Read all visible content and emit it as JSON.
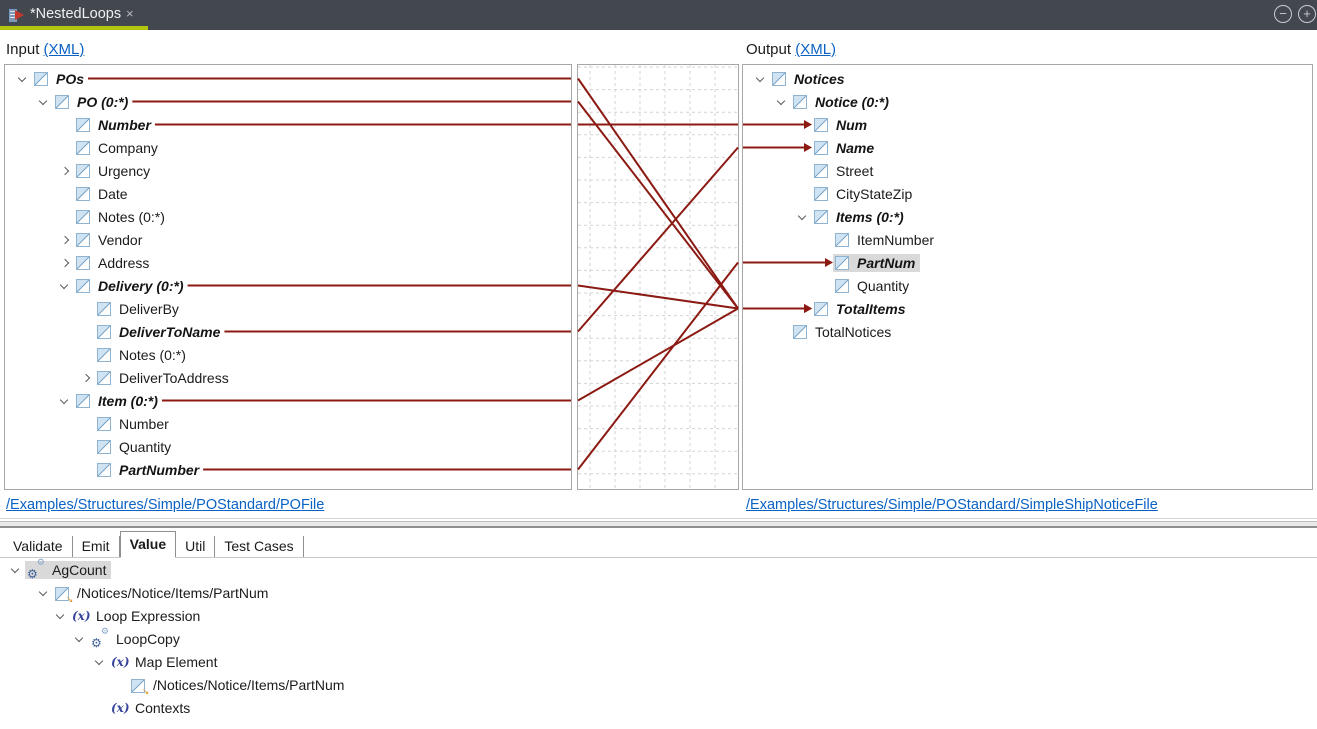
{
  "window": {
    "title": "*NestedLoops",
    "close_glyph": "×",
    "collapse_glyph": "−",
    "expand_glyph": "+"
  },
  "input": {
    "label": "Input",
    "xml": "(XML)",
    "link": "/Examples/Structures/Simple/POStandard/POFile",
    "tree": [
      {
        "label": "POs",
        "level": 0,
        "expand": "v",
        "mapped": true
      },
      {
        "label": "PO (0:*)",
        "level": 1,
        "expand": "v",
        "mapped": true
      },
      {
        "label": "Number",
        "level": 2,
        "expand": null,
        "mapped": true
      },
      {
        "label": "Company",
        "level": 2,
        "expand": null,
        "mapped": false
      },
      {
        "label": "Urgency",
        "level": 2,
        "expand": ">",
        "mapped": false
      },
      {
        "label": "Date",
        "level": 2,
        "expand": null,
        "mapped": false
      },
      {
        "label": "Notes (0:*)",
        "level": 2,
        "expand": null,
        "mapped": false
      },
      {
        "label": "Vendor",
        "level": 2,
        "expand": ">",
        "mapped": false
      },
      {
        "label": "Address",
        "level": 2,
        "expand": ">",
        "mapped": false
      },
      {
        "label": "Delivery (0:*)",
        "level": 2,
        "expand": "v",
        "mapped": true
      },
      {
        "label": "DeliverBy",
        "level": 3,
        "expand": null,
        "mapped": false
      },
      {
        "label": "DeliverToName",
        "level": 3,
        "expand": null,
        "mapped": true
      },
      {
        "label": "Notes (0:*)",
        "level": 3,
        "expand": null,
        "mapped": false
      },
      {
        "label": "DeliverToAddress",
        "level": 3,
        "expand": ">",
        "mapped": false
      },
      {
        "label": "Item (0:*)",
        "level": 2,
        "expand": "v",
        "mapped": true
      },
      {
        "label": "Number",
        "level": 3,
        "expand": null,
        "mapped": false
      },
      {
        "label": "Quantity",
        "level": 3,
        "expand": null,
        "mapped": false
      },
      {
        "label": "PartNumber",
        "level": 3,
        "expand": null,
        "mapped": true
      }
    ]
  },
  "output": {
    "label": "Output",
    "xml": "(XML)",
    "link": "/Examples/Structures/Simple/POStandard/SimpleShipNoticeFile",
    "tree": [
      {
        "label": "Notices",
        "level": 0,
        "expand": "v",
        "bold": true,
        "arrow": false,
        "selected": false
      },
      {
        "label": "Notice (0:*)",
        "level": 1,
        "expand": "v",
        "bold": true,
        "arrow": false,
        "selected": false
      },
      {
        "label": "Num",
        "level": 2,
        "expand": null,
        "bold": true,
        "arrow": true,
        "selected": false
      },
      {
        "label": "Name",
        "level": 2,
        "expand": null,
        "bold": true,
        "arrow": true,
        "selected": false
      },
      {
        "label": "Street",
        "level": 2,
        "expand": null,
        "bold": false,
        "arrow": false,
        "selected": false
      },
      {
        "label": "CityStateZip",
        "level": 2,
        "expand": null,
        "bold": false,
        "arrow": false,
        "selected": false
      },
      {
        "label": "Items (0:*)",
        "level": 2,
        "expand": "v",
        "bold": true,
        "arrow": false,
        "selected": false
      },
      {
        "label": "ItemNumber",
        "level": 3,
        "expand": null,
        "bold": false,
        "arrow": false,
        "selected": false
      },
      {
        "label": "PartNum",
        "level": 3,
        "expand": null,
        "bold": true,
        "arrow": true,
        "selected": true
      },
      {
        "label": "Quantity",
        "level": 3,
        "expand": null,
        "bold": false,
        "arrow": false,
        "selected": false
      },
      {
        "label": "TotalItems",
        "level": 2,
        "expand": null,
        "bold": true,
        "arrow": true,
        "selected": false
      },
      {
        "label": "TotalNotices",
        "level": 1,
        "expand": null,
        "bold": false,
        "arrow": false,
        "selected": false
      }
    ]
  },
  "mappings": [
    {
      "from": "POs",
      "from_row": 0,
      "to": "TotalItems",
      "to_row": 10
    },
    {
      "from": "PO (0:*)",
      "from_row": 1,
      "to": "TotalItems",
      "to_row": 10
    },
    {
      "from": "Number",
      "from_row": 2,
      "to": "Num",
      "to_row": 2
    },
    {
      "from": "Delivery (0:*)",
      "from_row": 9,
      "to": "TotalItems",
      "to_row": 10
    },
    {
      "from": "DeliverToName",
      "from_row": 11,
      "to": "Name",
      "to_row": 3
    },
    {
      "from": "Item (0:*)",
      "from_row": 14,
      "to": "TotalItems",
      "to_row": 10
    },
    {
      "from": "PartNumber",
      "from_row": 17,
      "to": "PartNum",
      "to_row": 8
    }
  ],
  "bottom": {
    "tabs": [
      "Validate",
      "Emit",
      "Value",
      "Util",
      "Test Cases"
    ],
    "active_tab": "Value",
    "tree": [
      {
        "label": "AgCount",
        "level": 0,
        "expand": "v",
        "icon": "gears",
        "selected": true
      },
      {
        "label": "/Notices/Notice/Items/PartNum",
        "level": 1,
        "expand": "v",
        "icon": "element-arrow",
        "selected": false
      },
      {
        "label": "Loop Expression",
        "level": 2,
        "expand": "v",
        "icon": "fx",
        "selected": false
      },
      {
        "label": "LoopCopy",
        "level": 3,
        "expand": "v",
        "icon": "gears",
        "selected": false
      },
      {
        "label": "Map Element",
        "level": 4,
        "expand": "v",
        "icon": "fx",
        "selected": false
      },
      {
        "label": "/Notices/Notice/Items/PartNum",
        "level": 5,
        "expand": null,
        "icon": "element-arrow",
        "selected": false
      },
      {
        "label": "Contexts",
        "level": 4,
        "expand": null,
        "icon": "fx",
        "selected": false
      }
    ]
  },
  "icons": {
    "fx_glyph": "(x)",
    "gear_glyph": "⚙",
    "arrow_glyph": "→"
  },
  "colors": {
    "mapping_line": "#8b1a13",
    "tab_accent": "#b2c40e",
    "link": "#0a62c5",
    "selection": "#d9d9d9",
    "grid_line": "#d3d3d3",
    "topbar_bg": "#43474e"
  }
}
